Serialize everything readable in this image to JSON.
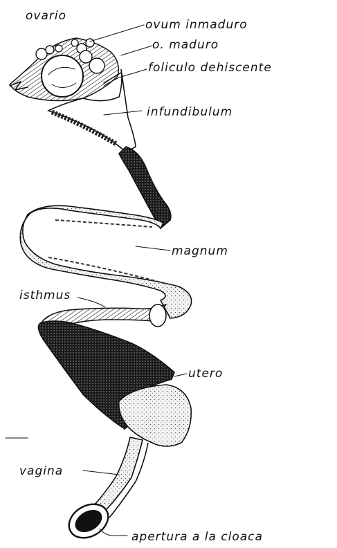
{
  "labels": {
    "ovario": "ovario",
    "ovum_inmaduro": "ovum inmaduro",
    "o_maduro": "o. maduro",
    "foliculo": "foliculo dehiscente",
    "infundibulum": "infundibulum",
    "magnum": "magnum",
    "isthmus": "isthmus",
    "utero": "utero",
    "vagina": "vagina",
    "apertura": "apertura a la cloaca"
  },
  "colors": {
    "ink": "#111111",
    "paper": "#ffffff",
    "shade": "#2a2a2a"
  }
}
